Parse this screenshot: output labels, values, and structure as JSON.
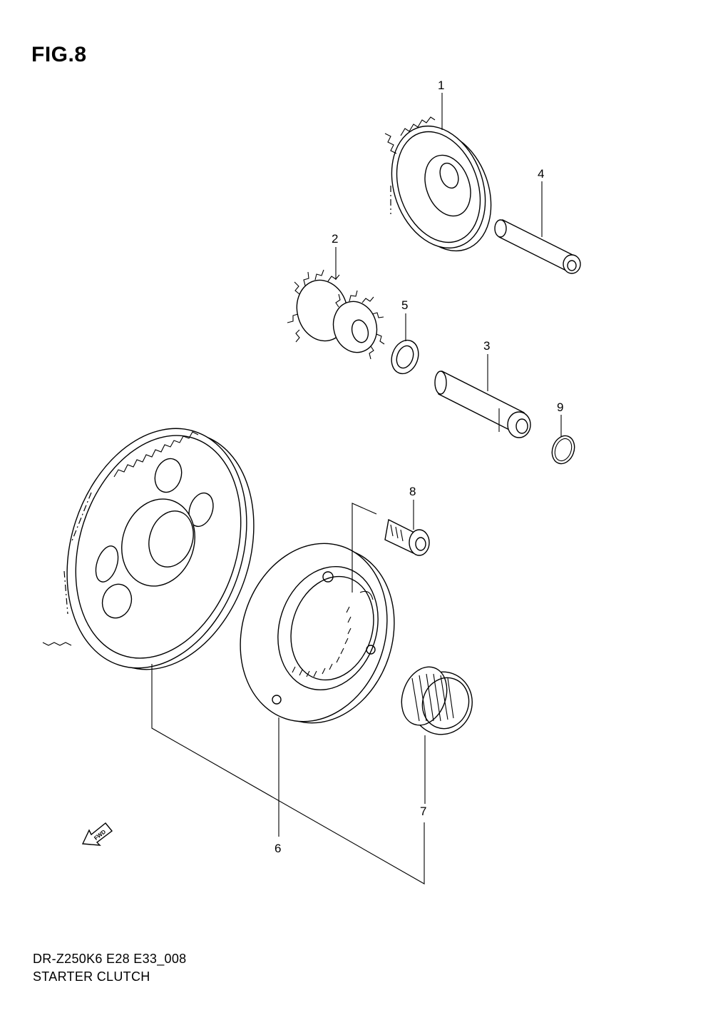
{
  "figure": {
    "title": "FIG.8"
  },
  "footer": {
    "model_code": "DR-Z250K6 E28 E33_008",
    "section_name": "STARTER CLUTCH"
  },
  "direction_marker": {
    "label": "FWD",
    "icon": "forward-arrow-icon"
  },
  "callouts": [
    {
      "number": "1",
      "part": "starter idle gear"
    },
    {
      "number": "2",
      "part": "starter idle double gear"
    },
    {
      "number": "3",
      "part": "idle gear shaft"
    },
    {
      "number": "4",
      "part": "idle gear shaft"
    },
    {
      "number": "5",
      "part": "washer"
    },
    {
      "number": "6",
      "part": "starter clutch assembly"
    },
    {
      "number": "7",
      "part": "needle bearing"
    },
    {
      "number": "8",
      "part": "bolt"
    },
    {
      "number": "9",
      "part": "circlip"
    }
  ]
}
